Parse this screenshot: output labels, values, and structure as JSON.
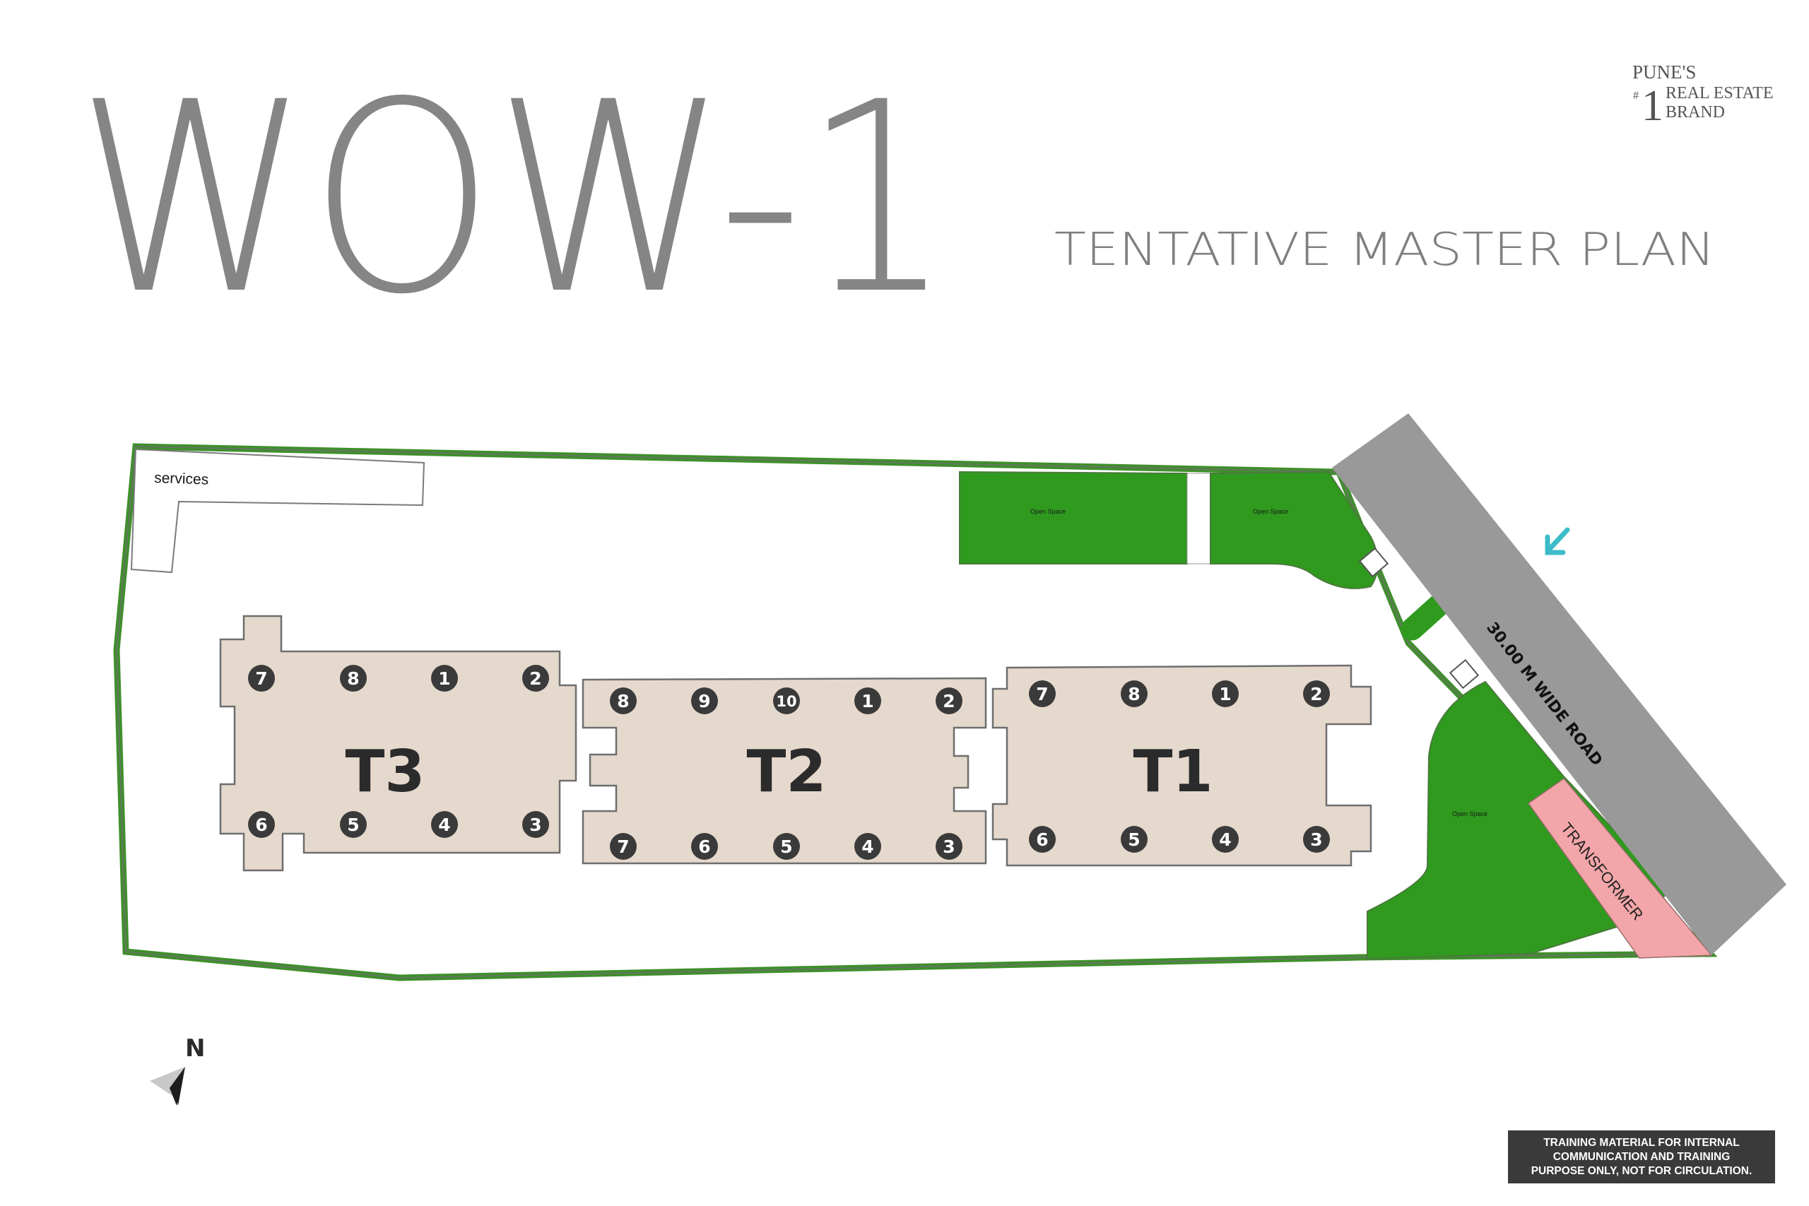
{
  "title": "WOW-1",
  "subtitle": "TENTATIVE MASTER PLAN",
  "brand": {
    "line1": "PUNE'S",
    "hash": "#",
    "number": "1",
    "line2": "REAL ESTATE",
    "line3": "BRAND"
  },
  "labels": {
    "services": "services",
    "open_space": "Open Space",
    "road": "30.00 M WIDE ROAD",
    "transformer": "TRANSFORMER",
    "north": "N"
  },
  "towers": [
    {
      "name": "T3",
      "top_units": [
        "7",
        "8",
        "1",
        "2"
      ],
      "bottom_units": [
        "6",
        "5",
        "4",
        "3"
      ]
    },
    {
      "name": "T2",
      "top_units": [
        "8",
        "9",
        "10",
        "1",
        "2"
      ],
      "bottom_units": [
        "7",
        "6",
        "5",
        "4",
        "3"
      ]
    },
    {
      "name": "T1",
      "top_units": [
        "7",
        "8",
        "1",
        "2"
      ],
      "bottom_units": [
        "6",
        "5",
        "4",
        "3"
      ]
    }
  ],
  "disclaimer": [
    "TRAINING MATERIAL FOR INTERNAL",
    "COMMUNICATION AND TRAINING",
    "PURPOSE ONLY, NOT FOR CIRCULATION."
  ],
  "colors": {
    "boundary_green": "#3f8f2c",
    "open_space_green": "#2f9a1e",
    "tower_fill": "#e5d8cc",
    "road_gray": "#999999",
    "transformer_pink": "#f3a6a9",
    "entry_arrow": "#3bbcc9",
    "unit_badge": "#3a3a3a"
  }
}
